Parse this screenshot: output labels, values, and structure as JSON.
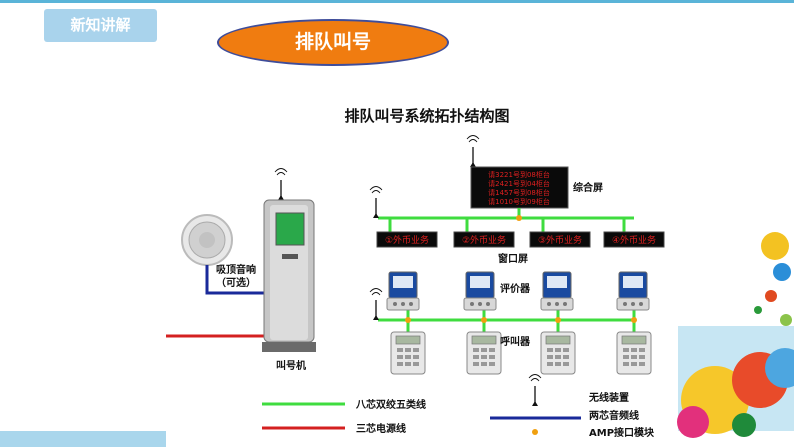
{
  "header": {
    "tag_label": "新知讲解",
    "section_title": "排队叫号"
  },
  "diagram": {
    "title": "排队叫号系统拓扑结构图",
    "led_screen": {
      "lines": [
        "请3221号到08柜台",
        "请2421号到04柜台",
        "请1457号到08柜台",
        "请1010号到09柜台"
      ],
      "label": "综合屏"
    },
    "window_screens": {
      "items": [
        "①外币业务",
        "②外币业务",
        "③外币业务",
        "④外币业务"
      ],
      "label": "窗口屏"
    },
    "evaluator_label": "评价器",
    "caller_label": "呼叫器",
    "speaker_label_line1": "吸顶音响",
    "speaker_label_line2": "（可选）",
    "kiosk_label": "叫号机",
    "legend": {
      "green": "八芯双绞五类线",
      "red": "三芯电源线",
      "wireless": "无线装置",
      "blue": "两芯音频线",
      "amp": "AMP接口模块"
    }
  },
  "colors": {
    "accent": "#f07c10",
    "tag": "#a9d3ec",
    "green_line": "#3fdc3f",
    "red_line": "#d42020",
    "blue_line": "#1a2a9a",
    "led_text": "#e02020"
  }
}
